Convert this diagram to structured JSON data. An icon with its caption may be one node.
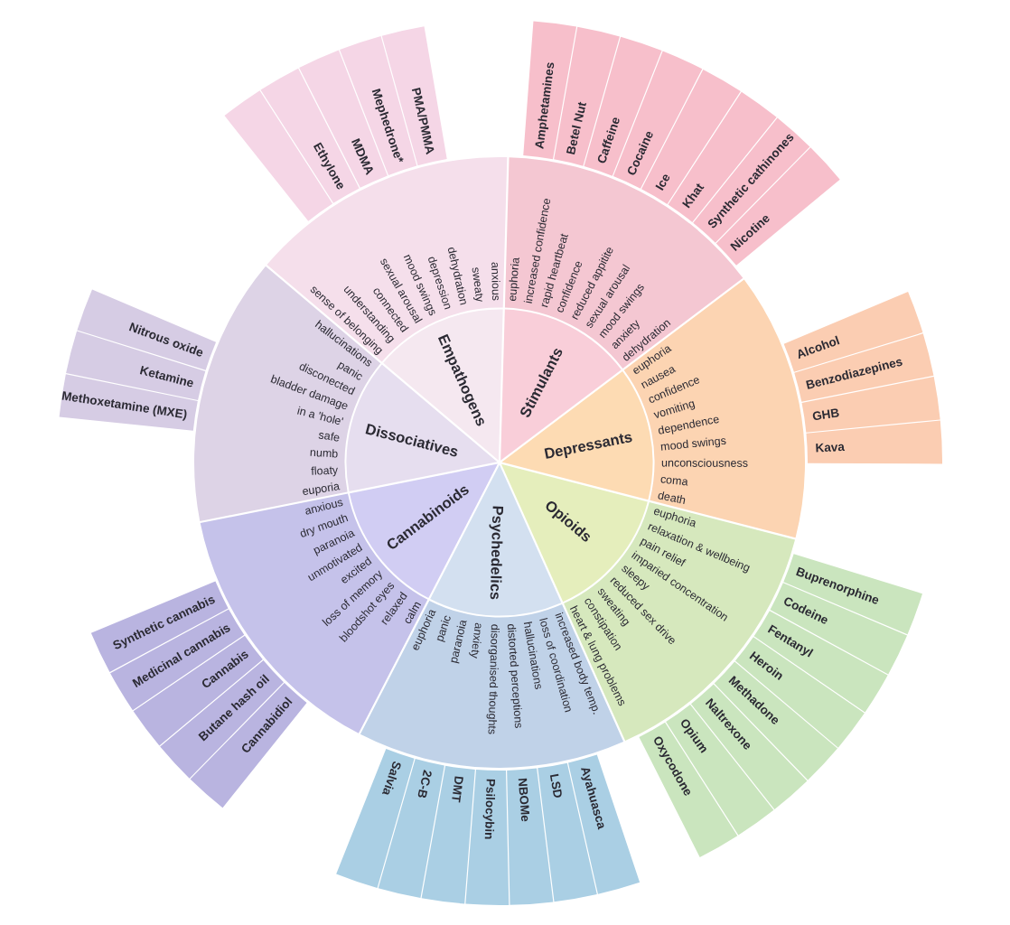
{
  "diagram": {
    "nodes": [
      {
        "text": [
          "Stimulants"
        ]
      },
      {
        "text": [
          "euphoria",
          "increased confidence",
          "rapid heartbeat",
          "confidence",
          "reduced appitite",
          "sexual arousal",
          "mood swings",
          "anxiety",
          "dehydration"
        ]
      },
      {
        "text": [
          "Amphetamines"
        ]
      },
      {
        "text": [
          "Betel Nut"
        ]
      },
      {
        "text": [
          "Caffeine"
        ]
      },
      {
        "text": [
          "Cocaine"
        ]
      },
      {
        "text": [
          "Ice"
        ]
      },
      {
        "text": [
          "Khat"
        ]
      },
      {
        "text": [
          "Synthetic cathinones"
        ]
      },
      {
        "text": [
          "Nicotine"
        ]
      },
      {
        "text": [
          "Depressants"
        ]
      },
      {
        "text": [
          "euphoria",
          "nausea",
          "confidence",
          "vomiting",
          "dependence",
          "mood swings",
          "unconsciousness",
          "coma",
          "death"
        ]
      },
      {
        "text": [
          "Alcohol"
        ]
      },
      {
        "text": [
          "Benzodiazepines"
        ]
      },
      {
        "text": [
          "GHB"
        ]
      },
      {
        "text": [
          "Kava"
        ]
      },
      {
        "text": [
          "Opioids"
        ]
      },
      {
        "text": [
          "euphoria",
          "relaxation & wellbeing",
          "pain relief",
          "imparied concentration",
          "sleepy",
          "reduced sex drive",
          "sweating",
          "constipation",
          "heart & lung problems"
        ]
      },
      {
        "text": [
          "Buprenorphine"
        ]
      },
      {
        "text": [
          "Codeine"
        ]
      },
      {
        "text": [
          "Fentanyl"
        ]
      },
      {
        "text": [
          "Heroin"
        ]
      },
      {
        "text": [
          "Methadone"
        ]
      },
      {
        "text": [
          "Naltrexone"
        ]
      },
      {
        "text": [
          "Opium"
        ]
      },
      {
        "text": [
          "Oxycodone"
        ]
      },
      {
        "text": [
          "Psychedelics"
        ]
      },
      {
        "text": [
          "increased body temp.",
          "loss of coordination",
          "hallucinations",
          "distorted perceptions",
          "disorganised thoughts",
          "anxiety",
          "paranoia",
          "panic",
          "euphoria"
        ]
      },
      {
        "text": [
          "Ayahuasca"
        ]
      },
      {
        "text": [
          "LSD"
        ]
      },
      {
        "text": [
          "NBOMe"
        ]
      },
      {
        "text": [
          "Psilocybin"
        ]
      },
      {
        "text": [
          "DMT"
        ]
      },
      {
        "text": [
          "2C-B"
        ]
      },
      {
        "text": [
          "Salvia"
        ]
      },
      {
        "text": [
          "Cannabinoids"
        ]
      },
      {
        "text": [
          "calm",
          "relaxed",
          "bloodshot eyes",
          "loss of memory",
          "excited",
          "unmotivated",
          "paranoia",
          "dry mouth",
          "anxious"
        ]
      },
      {
        "text": [
          "Cannabidiol"
        ]
      },
      {
        "text": [
          "Butane hash oil"
        ]
      },
      {
        "text": [
          "Cannabis"
        ]
      },
      {
        "text": [
          "Medicinal cannabis"
        ]
      },
      {
        "text": [
          "Synthetic cannabis"
        ]
      },
      {
        "text": [
          "Dissociatives"
        ]
      },
      {
        "text": [
          "euporia",
          "floaty",
          "numb",
          "safe",
          "in a 'hole'",
          "bladder damage",
          "disconected",
          "panic",
          "hallucinations"
        ]
      },
      {
        "text": [
          "Methoxetamine (MXE)"
        ]
      },
      {
        "text": [
          "Ketamine"
        ]
      },
      {
        "text": [
          "Nitrous oxide"
        ]
      },
      {
        "text": [
          "Empathogens"
        ]
      },
      {
        "text": [
          "sense of belonging",
          "understanding",
          "connected",
          "sexual arousal",
          "mood swings",
          "depression",
          "dehydration",
          "sweaty",
          "anxious"
        ]
      },
      {
        "text": [],
        "shape": "bar"
      },
      {
        "text": [
          "Ethylone"
        ]
      },
      {
        "text": [
          "MDMA"
        ]
      },
      {
        "text": [
          "Mephedrone*"
        ]
      },
      {
        "text": [
          "PMA/PMMA"
        ]
      }
    ]
  }
}
